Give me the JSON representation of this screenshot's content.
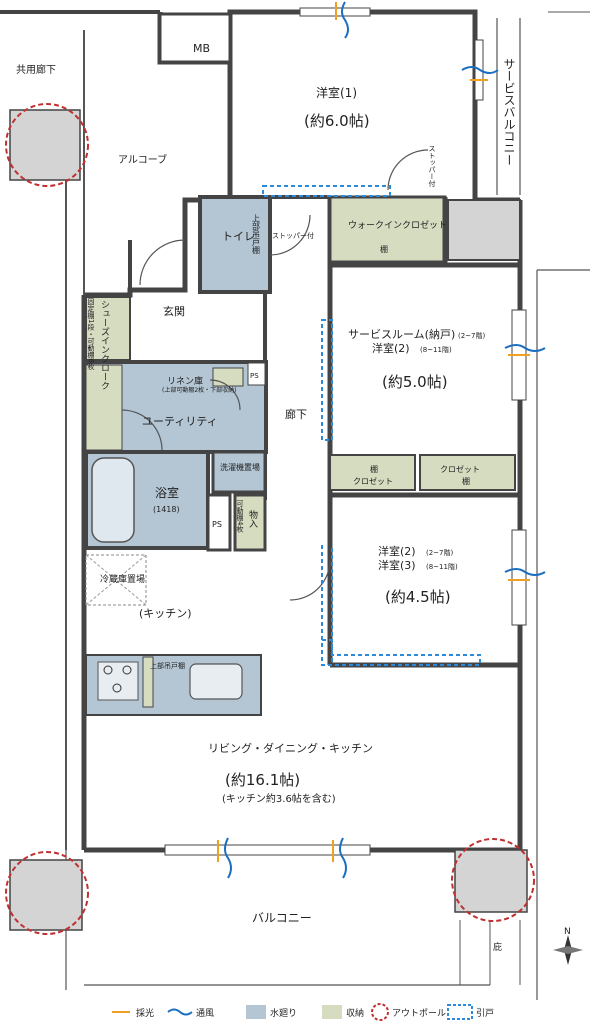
{
  "rooms": {
    "western1": {
      "name": "洋室(1)",
      "size": "(約6.0帖)"
    },
    "service_room": {
      "name": "サービスルーム(納戸)",
      "floors_a": "(2~7階)",
      "alt": "洋室(2)",
      "floors_b": "(8~11階)",
      "size": "(約5.0帖)"
    },
    "western23": {
      "alt1": "洋室(2)",
      "floors_a": "(2~7階)",
      "alt2": "洋室(3)",
      "floors_b": "(8~11階)",
      "size": "(約4.5帖)"
    },
    "ldk": {
      "name": "リビング・ダイニング・キッチン",
      "size": "(約16.1帖)",
      "note": "(キッチン約3.6帖を含む)"
    }
  },
  "labels": {
    "mb": "MB",
    "common_corridor": "共用廊下",
    "alcove": "アルコーブ",
    "service_balcony": "サービスバルコニー",
    "stopper1": "ストッパー付",
    "stopper2": "ストッパー付",
    "walkin": "ウォークインクロゼット",
    "shelf": "棚",
    "toilet": "トイレ",
    "upper_cabinet": "上部吊戸棚",
    "entrance": "玄関",
    "shoes": "シューズインクローク",
    "fixed_shelf": "固定棚1段・可動棚6枚",
    "linen": "リネン庫",
    "linen_note": "(上部可動棚2枚・下部収納)",
    "ps": "PS",
    "utility": "ユーティリティ",
    "corridor": "廊下",
    "washer": "洗濯機置場",
    "bath": "浴室",
    "bath_size": "(1418)",
    "storage": "物入",
    "movable": "可動棚4枚",
    "fridge": "冷蔵庫置場",
    "kitchen": "(キッチン)",
    "kitchen_upper": "上部吊戸棚",
    "closet": "クロゼット",
    "balcony": "バルコニー",
    "eaves": "庇",
    "north": "N"
  },
  "legend": {
    "daylight": "採光",
    "ventilation": "通風",
    "plumbing": "水廻り",
    "storage": "収納",
    "outpole": "アウトポール",
    "sliding": "引戸"
  },
  "colors": {
    "daylight": "#f0a020",
    "ventilation": "#1a6fc0",
    "plumbing": "#b4c6d4",
    "storage": "#d6dcc0",
    "outpole": "#c03030",
    "sliding": "#2c8ad8",
    "pole_fill": "#d4d4d4"
  }
}
